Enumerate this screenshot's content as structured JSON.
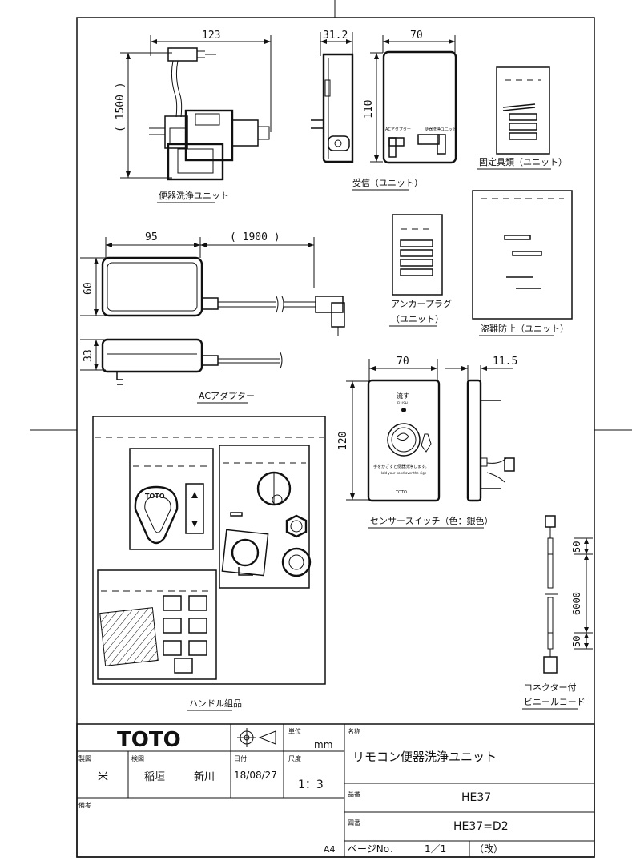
{
  "parts": {
    "toilet_unit": "便器洗浄ユニット",
    "receiver": "受信（ユニット）",
    "fixing": "固定具類（ユニット）",
    "ac_adapter": "ACアダプター",
    "anchor_plug_1": "アンカープラグ",
    "anchor_plug_2": "（ユニット）",
    "anti_theft": "盗難防止（ユニット）",
    "sensor_switch": "センサースイッチ（色：銀色）",
    "handle": "ハンドル組品",
    "cord_1": "コネクター付",
    "cord_2": "ビニールコード"
  },
  "dims": {
    "d123": "123",
    "d1500": "( 1500 )",
    "d31_2": "31.2",
    "d70_top": "70",
    "d110": "110",
    "d95": "95",
    "d1900": "( 1900 )",
    "d60": "60",
    "d33": "33",
    "d70_sensor": "70",
    "d11_5": "11.5",
    "d120": "120",
    "d50_top": "50",
    "d6000": "6000",
    "d50_bot": "50"
  },
  "sensor_plate": {
    "flush": "流す",
    "flush_en": "FLUSH",
    "caption": "手をかざすと便器洗浄します。",
    "caption_en": "Hold your hand over the sign",
    "brand": "TOTO"
  },
  "receiver_box": {
    "left_label": "ACアダプター",
    "right_label": "便器洗浄ユニット"
  },
  "handle_logo": "TOTO",
  "title_block": {
    "logo": "TOTO",
    "unit_label": "単位",
    "unit_value": "mm",
    "name_label": "名称",
    "name_value": "リモコン便器洗浄ユニット",
    "drawn_label": "製図",
    "drawn_value": "米",
    "checked_label": "検図",
    "checked_value_1": "稲垣",
    "checked_value_2": "新川",
    "date_label": "日付",
    "date_value": "18/08/27",
    "scale_label": "尺度",
    "scale_value": "1：3",
    "part_no_label": "品番",
    "part_no_value": "HE37",
    "drawing_no_label": "図番",
    "drawing_no_value": "HE37=D2",
    "remarks_label": "備考",
    "sheet_size": "A4",
    "page_label": "ページNo．",
    "page_value": "1／1",
    "revision": "（改）"
  }
}
